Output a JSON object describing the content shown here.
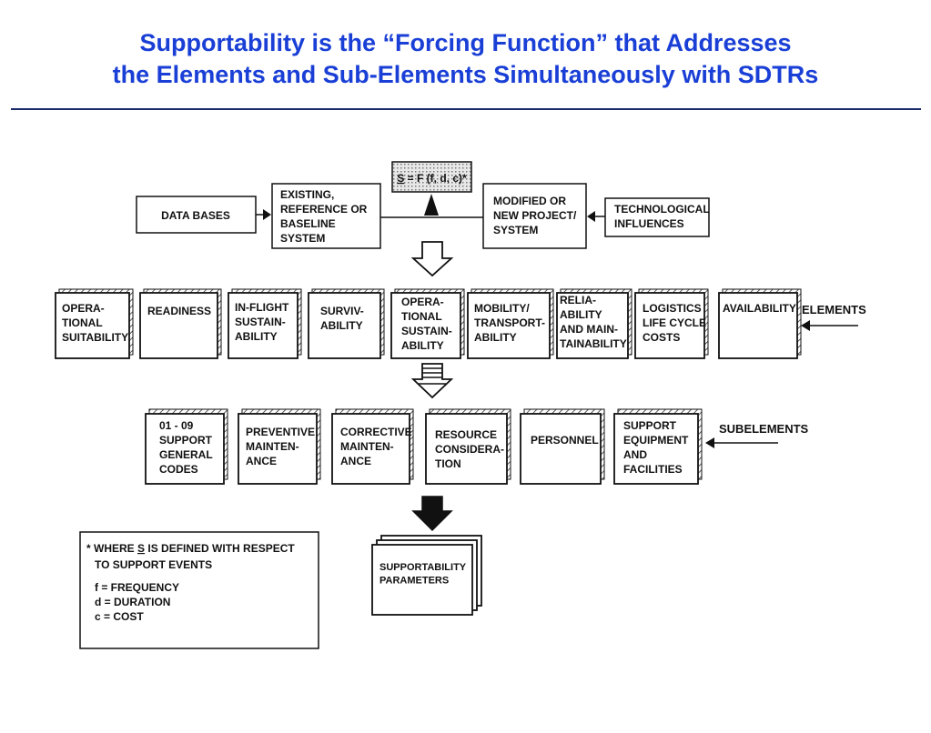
{
  "title": {
    "line1": "Supportability  is the “Forcing Function” that Addresses",
    "line2": "the Elements and Sub-Elements Simultaneously with SDTRs"
  },
  "formula": {
    "s": "S",
    "rest": " = F (f, d, c)*"
  },
  "top_row": {
    "data_bases": [
      "DATA BASES"
    ],
    "existing": [
      "EXISTING,",
      "REFERENCE OR",
      "BASELINE",
      "SYSTEM"
    ],
    "modified": [
      "MODIFIED OR",
      "NEW PROJECT/",
      "SYSTEM"
    ],
    "technological": [
      "TECHNOLOGICAL",
      "INFLUENCES"
    ]
  },
  "elements_label": "ELEMENTS",
  "elements": [
    [
      "OPERA-",
      "TIONAL",
      "SUITABILITY"
    ],
    [
      "READINESS"
    ],
    [
      "IN-FLIGHT",
      "SUSTAIN-",
      "ABILITY"
    ],
    [
      "SURVIV-",
      "ABILITY"
    ],
    [
      "OPERA-",
      "TIONAL",
      "SUSTAIN-",
      "ABILITY"
    ],
    [
      "MOBILITY/",
      "TRANSPORT-",
      "ABILITY"
    ],
    [
      "RELIA-",
      "ABILITY",
      "AND MAIN-",
      "TAINABILITY"
    ],
    [
      "LOGISTICS",
      "LIFE CYCLE",
      "COSTS"
    ],
    [
      "AVAILABILITY"
    ]
  ],
  "subelements_label": "SUBELEMENTS",
  "subelements": [
    [
      "01 - 09",
      "SUPPORT",
      "GENERAL",
      "CODES"
    ],
    [
      "PREVENTIVE",
      "MAINTEN-",
      "ANCE"
    ],
    [
      "CORRECTIVE",
      "MAINTEN-",
      "ANCE"
    ],
    [
      "RESOURCE",
      "CONSIDERA-",
      "TION"
    ],
    [
      "PERSONNEL"
    ],
    [
      "SUPPORT",
      "EQUIPMENT",
      "AND",
      "FACILITIES"
    ]
  ],
  "parameters": [
    "SUPPORTABILITY",
    "PARAMETERS"
  ],
  "note": {
    "line1_pre": "* WHERE ",
    "line1_s": "S",
    "line1_post": " IS DEFINED WITH RESPECT",
    "line2": "TO SUPPORT EVENTS",
    "defs": [
      "f = FREQUENCY",
      "d = DURATION",
      "c = COST"
    ]
  }
}
